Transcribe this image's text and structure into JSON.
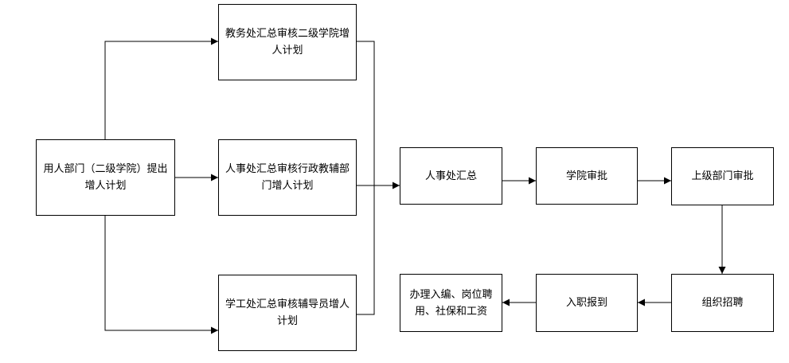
{
  "nodes": {
    "dept_proposal": "用人部门（二级学院）提出增人计划",
    "academic_affairs": "教务处汇总审核二级学院增人计划",
    "hr_admin": "人事处汇总审核行政教辅部门增人计划",
    "student_affairs": "学工处汇总审核辅导员增人计划",
    "hr_summary": "人事处汇总",
    "college_approval": "学院审批",
    "superior_approval": "上级部门审批",
    "recruitment": "组织招聘",
    "onboarding": "入职报到",
    "final_procedures": "办理入编、岗位聘用、社保和工资"
  }
}
